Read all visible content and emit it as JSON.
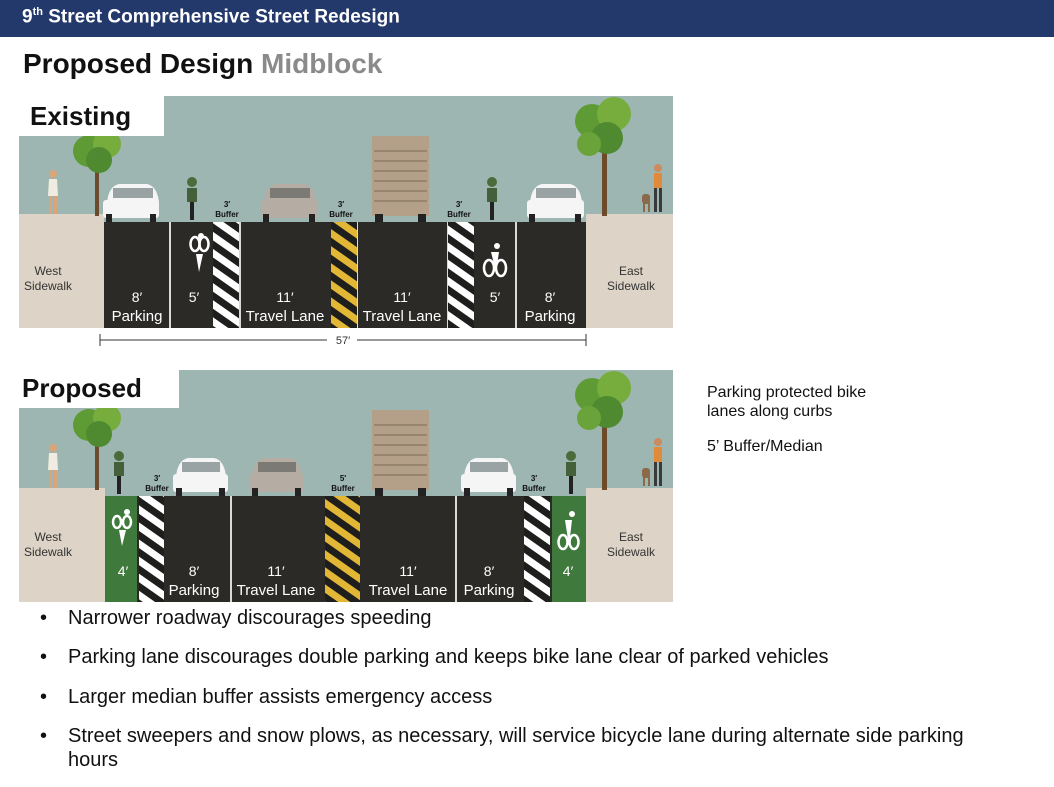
{
  "header": {
    "title_prefix": "9",
    "title_sup": "th",
    "title_rest": " Street Comprehensive Street Redesign"
  },
  "page_title": {
    "main": "Proposed Design",
    "sub": "Midblock"
  },
  "existing": {
    "label": "Existing",
    "west_sidewalk": [
      "West",
      "Sidewalk"
    ],
    "east_sidewalk": [
      "East",
      "Sidewalk"
    ],
    "lanes": [
      {
        "width": "8′",
        "name": "Parking"
      },
      {
        "width": "5′",
        "name": ""
      },
      {
        "width": "11′",
        "name": "Travel Lane"
      },
      {
        "width": "11′",
        "name": "Travel Lane"
      },
      {
        "width": "5′",
        "name": ""
      },
      {
        "width": "8′",
        "name": "Parking"
      }
    ],
    "buffers": [
      {
        "width": "3′",
        "name": "Buffer"
      },
      {
        "width": "3′",
        "name": "Buffer"
      },
      {
        "width": "3′",
        "name": "Buffer"
      }
    ],
    "total_width": "57′"
  },
  "proposed": {
    "label": "Proposed",
    "west_sidewalk": [
      "West",
      "Sidewalk"
    ],
    "east_sidewalk": [
      "East",
      "Sidewalk"
    ],
    "lanes": [
      {
        "width": "4′",
        "name": ""
      },
      {
        "width": "8′",
        "name": "Parking"
      },
      {
        "width": "11′",
        "name": "Travel Lane"
      },
      {
        "width": "11′",
        "name": "Travel Lane"
      },
      {
        "width": "8′",
        "name": "Parking"
      },
      {
        "width": "4′",
        "name": ""
      }
    ],
    "buffers": [
      {
        "width": "3′",
        "name": "Buffer"
      },
      {
        "width": "5′",
        "name": "Buffer"
      },
      {
        "width": "3′",
        "name": "Buffer"
      }
    ]
  },
  "side_notes": {
    "note1_line1": "Parking protected bike",
    "note1_line2": "lanes along curbs",
    "note2": "5’ Buffer/Median"
  },
  "bullets": [
    "Narrower roadway discourages speeding",
    "Parking lane discourages double parking and keeps bike lane clear of parked vehicles",
    "Larger median buffer assists emergency access",
    "Street sweepers and snow plows, as necessary, will service bicycle lane during alternate side parking hours"
  ],
  "colors": {
    "header_bg": "#23396b",
    "sky": "#9eb6b1",
    "sidewalk": "#ddd4c7",
    "asphalt": "#2b2a27",
    "bike_lane_green": "#3f7a3c",
    "median_yellow": "#e2b735",
    "buffer_white": "#ffffff"
  }
}
